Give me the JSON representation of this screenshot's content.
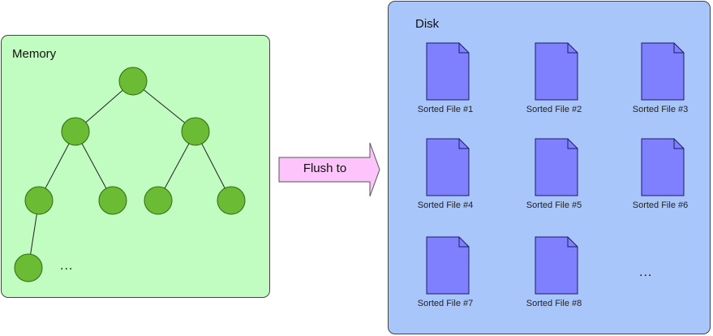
{
  "memory": {
    "title": "Memory",
    "ellipsis": "...",
    "colors": {
      "panel_fill": "#c1fcc1",
      "node_fill": "#6bbb35",
      "node_stroke": "#2f6b12"
    }
  },
  "arrow": {
    "label": "Flush to",
    "fill": "#fdc3fb"
  },
  "disk": {
    "title": "Disk",
    "ellipsis": "...",
    "colors": {
      "panel_fill": "#a9c6fb",
      "file_fill": "#7f80fd",
      "file_stroke": "#1b1b66"
    },
    "files": [
      {
        "label": "Sorted File #1",
        "icon": "file-icon"
      },
      {
        "label": "Sorted File #2",
        "icon": "file-icon"
      },
      {
        "label": "Sorted File #3",
        "icon": "file-icon"
      },
      {
        "label": "Sorted File #4",
        "icon": "file-icon"
      },
      {
        "label": "Sorted File #5",
        "icon": "file-icon"
      },
      {
        "label": "Sorted File #6",
        "icon": "file-icon"
      },
      {
        "label": "Sorted File #7",
        "icon": "file-icon"
      },
      {
        "label": "Sorted File #8",
        "icon": "file-icon"
      }
    ]
  }
}
